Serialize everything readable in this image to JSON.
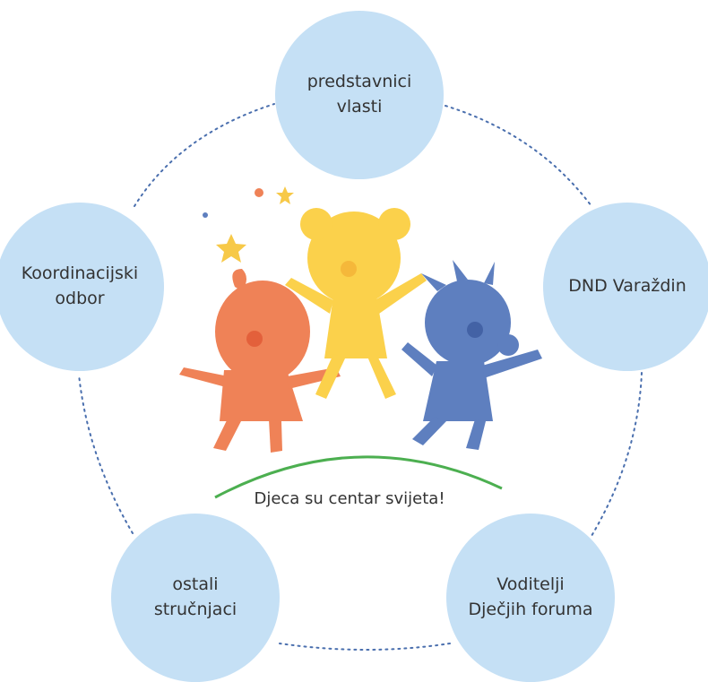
{
  "nodes": [
    {
      "id": "predstavnici",
      "label": "predstavnici\nvlasti"
    },
    {
      "id": "dnd",
      "label": "DND Varaždin"
    },
    {
      "id": "voditelji",
      "label": "Voditelji\nDječjih foruma"
    },
    {
      "id": "ostali",
      "label": "ostali\nstručnjaci"
    },
    {
      "id": "koordinacijski",
      "label": "Koordinacijski\nodbor"
    }
  ],
  "caption": "Djeca su centar svijeta!",
  "colors": {
    "circle": "#c5e0f5",
    "connector": "#4a6fae",
    "arc": "#4caf50",
    "child_orange": "#ef8257",
    "child_yellow": "#fbd14b",
    "child_blue": "#5e7fbf",
    "star": "#f7c948"
  }
}
